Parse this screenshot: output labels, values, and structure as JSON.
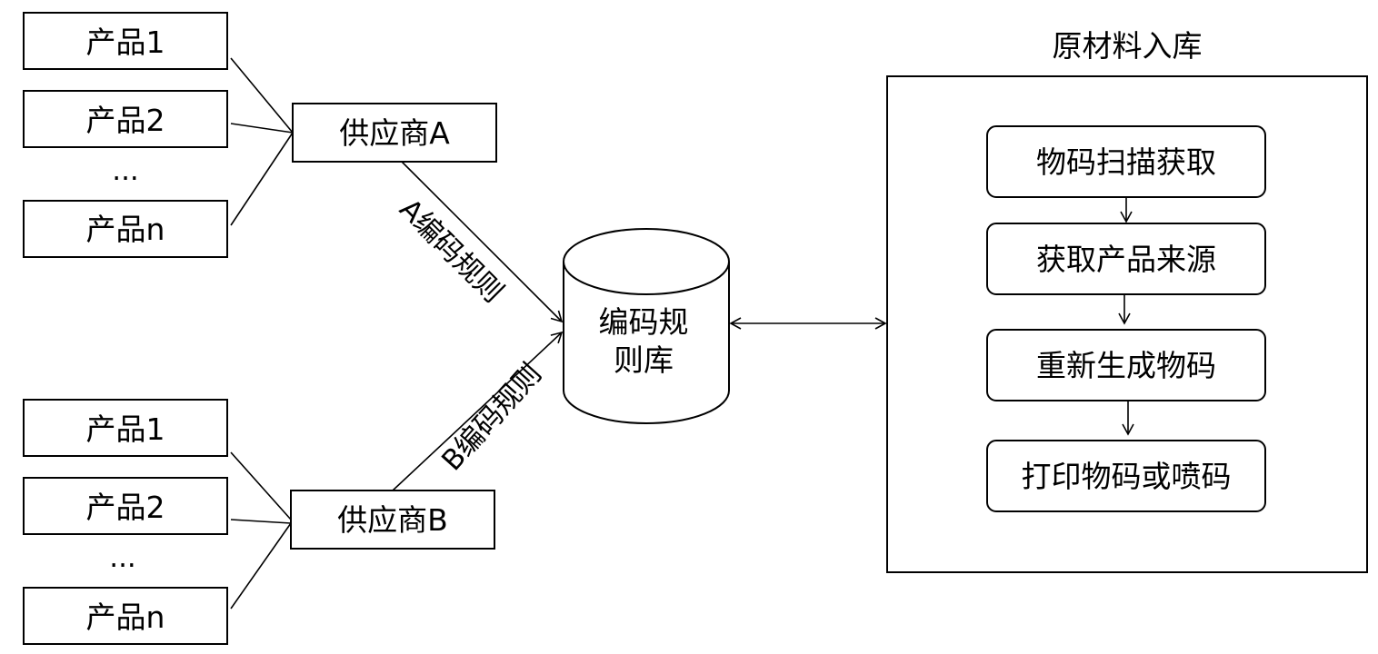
{
  "supplier_a": {
    "name": "供应商A",
    "products": [
      "产品1",
      "产品2",
      "...",
      "产品n"
    ],
    "rule_label": "A编码规则"
  },
  "supplier_b": {
    "name": "供应商B",
    "products": [
      "产品1",
      "产品2",
      "...",
      "产品n"
    ],
    "rule_label": "B编码规则"
  },
  "database": {
    "line1": "编码规",
    "line2": "则库"
  },
  "intake": {
    "title": "原材料入库",
    "steps": [
      "物码扫描获取",
      "获取产品来源",
      "重新生成物码",
      "打印物码或喷码"
    ]
  }
}
